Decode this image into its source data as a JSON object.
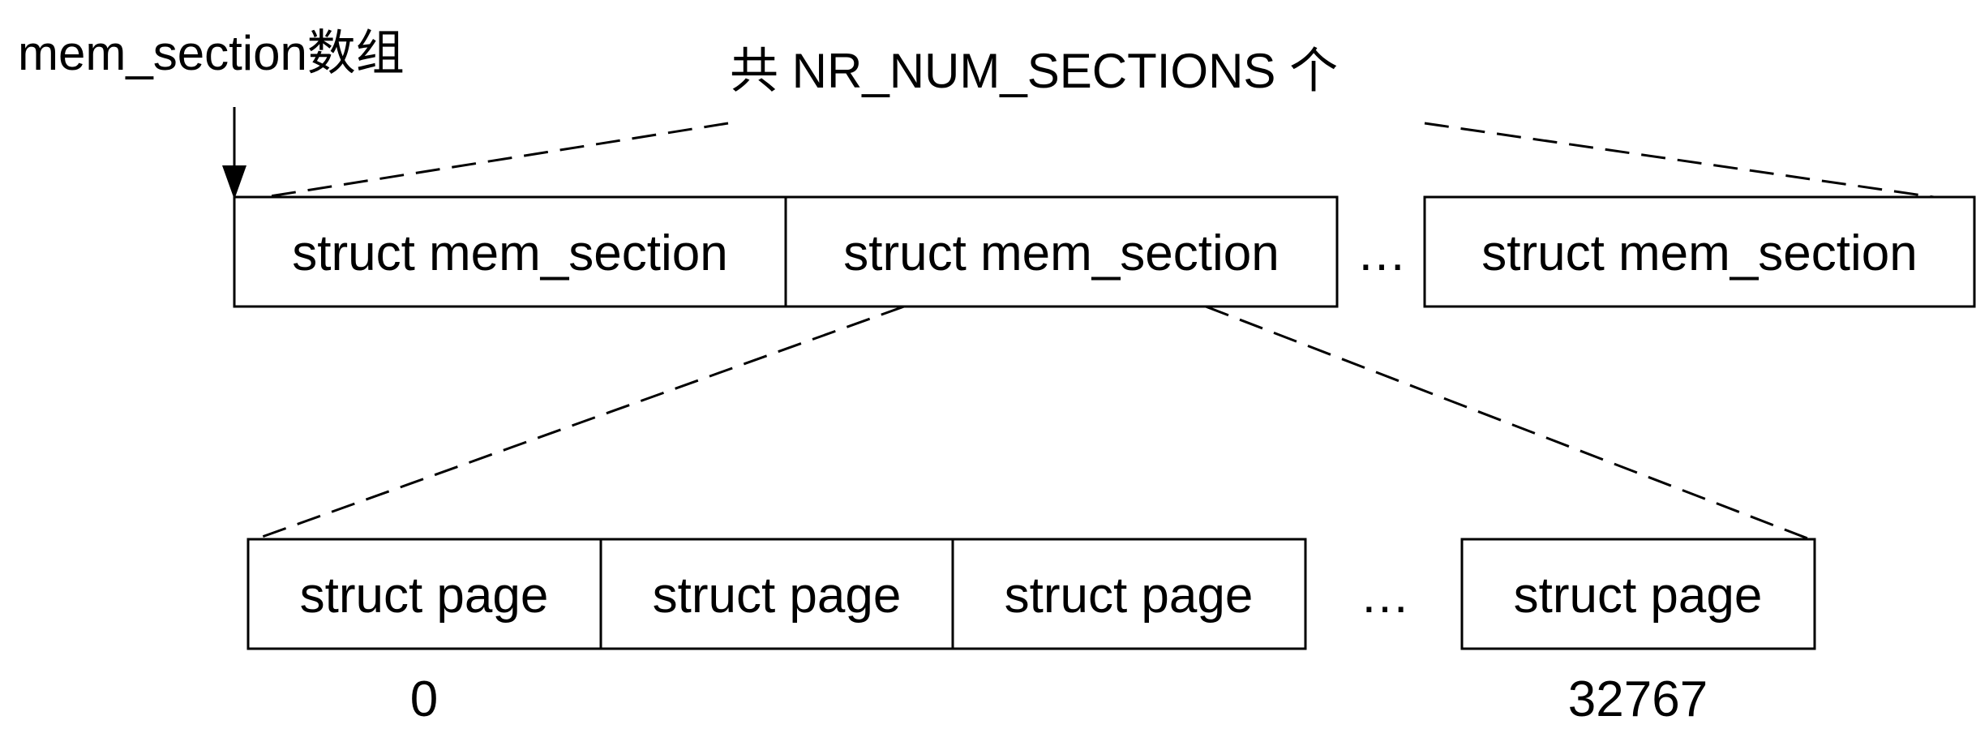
{
  "array_label": "mem_section数组",
  "count_label": "共 NR_NUM_SECTIONS 个",
  "sections": {
    "items": [
      "struct mem_section",
      "struct mem_section",
      "struct mem_section"
    ],
    "ellipsis": "…"
  },
  "pages": {
    "items": [
      "struct page",
      "struct page",
      "struct page",
      "struct page"
    ],
    "ellipsis": "…",
    "first_index": "0",
    "last_index": "32767"
  }
}
